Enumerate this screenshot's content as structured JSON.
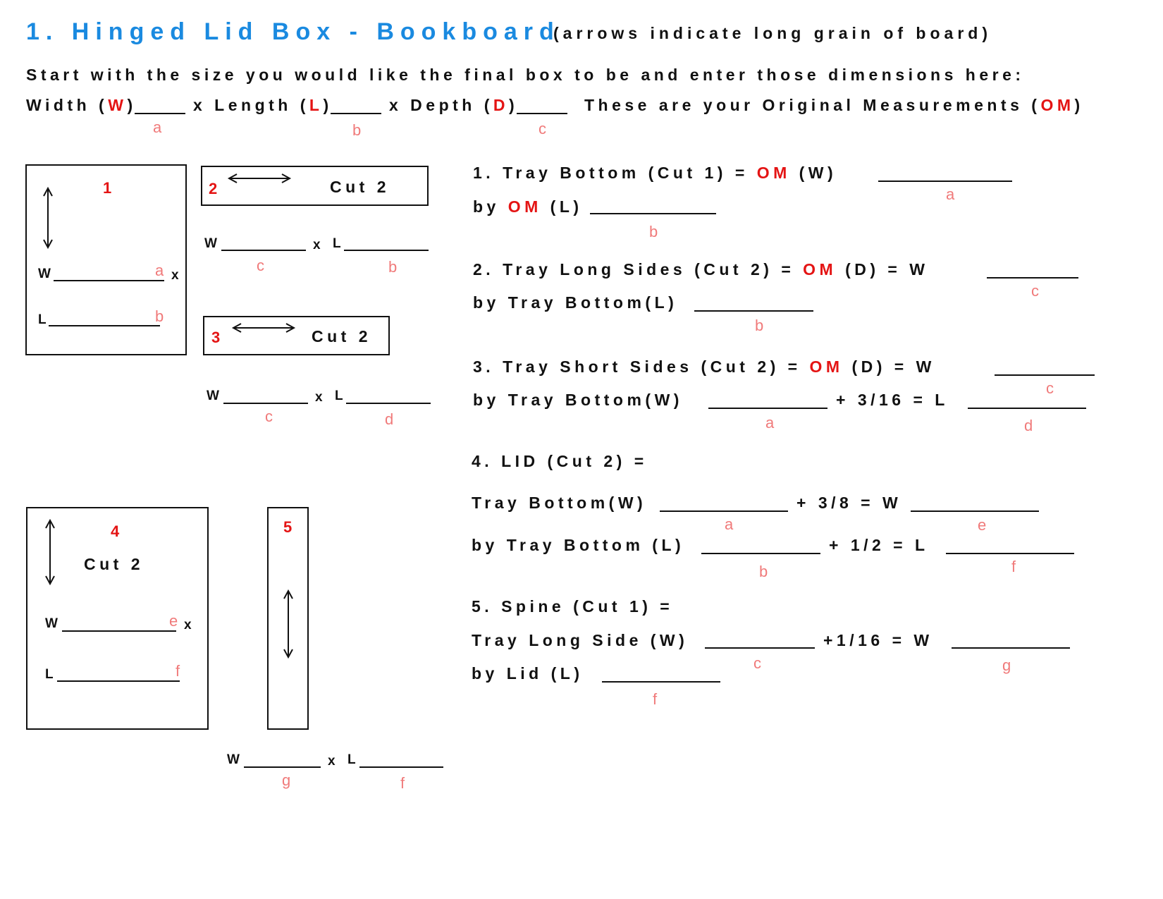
{
  "header": {
    "title": "1. Hinged Lid Box - Bookboard",
    "subtitle": "(arrows indicate long grain of board)"
  },
  "intro": {
    "line1": "Start with the size you would like the final box to be and enter those dimensions here:",
    "width_label": "Width (",
    "W": "W",
    "close": ")",
    "x_length": "x Length (",
    "L": "L",
    "x_depth": "x Depth (",
    "D": "D",
    "om_label": "These are your Original Measurements (",
    "OM": "OM",
    "a": "a",
    "b": "b",
    "c": "c"
  },
  "letters": {
    "a": "a",
    "b": "b",
    "c": "c",
    "d": "d",
    "e": "e",
    "f": "f",
    "g": "g"
  },
  "diagrams": {
    "p1": {
      "num": "1",
      "w": "W",
      "l": "L",
      "x": "x"
    },
    "p2": {
      "num": "2",
      "cut": "Cut 2",
      "w": "W",
      "x": "x",
      "l": "L"
    },
    "p3": {
      "num": "3",
      "cut": "Cut 2",
      "w": "W",
      "x": "x",
      "l": "L"
    },
    "p4": {
      "num": "4",
      "cut": "Cut 2",
      "w": "W",
      "l": "L",
      "x": "x"
    },
    "p5": {
      "num": "5",
      "w": "W",
      "x": "x",
      "l": "L"
    }
  },
  "steps": {
    "s1": {
      "line1": "1. Tray Bottom (Cut 1) = ",
      "om": "OM",
      "line1b": " (W)",
      "line2a": "by ",
      "line2b": " (L)"
    },
    "s2": {
      "line1": "2. Tray Long Sides (Cut 2) = ",
      "om": "OM",
      "line1b": " (D) = W",
      "line2": "by Tray Bottom(L)"
    },
    "s3": {
      "line1": "3. Tray Short Sides (Cut 2) = ",
      "om": "OM",
      "line1b": " (D) = W",
      "line2": "by Tray Bottom(W)",
      "plus": "+ 3/16 = L"
    },
    "s4": {
      "line1": "4. LID (Cut 2) =",
      "line2": "Tray Bottom(W)",
      "plus2": "+ 3/8 = W",
      "line3": "by Tray Bottom (L)",
      "plus3": "+ 1/2 = L"
    },
    "s5": {
      "line1": "5. Spine (Cut 1) =",
      "line2": "Tray Long Side (W)",
      "plus2": "+1/16 = W",
      "line3": "by Lid (L)"
    }
  }
}
